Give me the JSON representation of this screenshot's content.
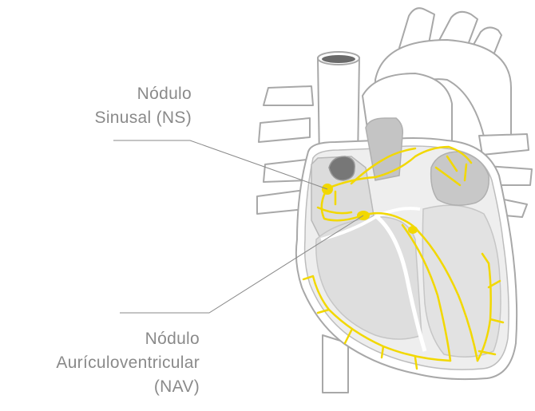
{
  "labels": {
    "sinus_node": {
      "line1": "Nódulo",
      "line2": "Sinusal (NS)"
    },
    "av_node": {
      "line1": "Nódulo",
      "line2": "Aurículoventricular",
      "line3": "(NAV)"
    }
  },
  "colors": {
    "outline": "#a8a8a8",
    "fill_light": "#eeeeee",
    "fill_mid": "#dcdcdc",
    "fill_dark": "#c4c4c4",
    "conduction": "#f2d800",
    "label_text": "#8a8a8a"
  }
}
